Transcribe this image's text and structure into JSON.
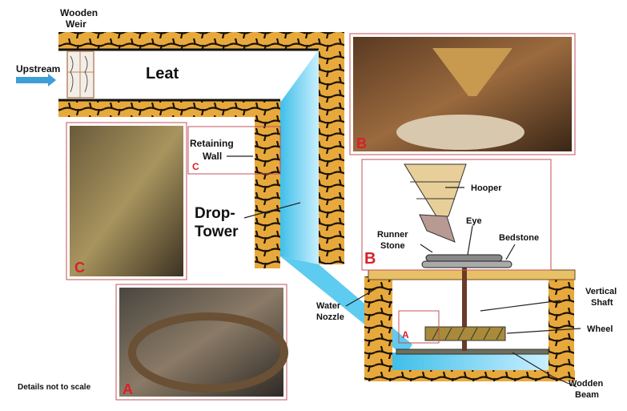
{
  "labels": {
    "wooden_weir_1": "Wooden",
    "wooden_weir_2": "Weir",
    "upstream": "Upstream",
    "leat": "Leat",
    "retaining_wall_1": "Retaining",
    "retaining_wall_2": "Wall",
    "drop_tower_1": "Drop-",
    "drop_tower_2": "Tower",
    "water_nozzle_1": "Water",
    "water_nozzle_2": "Nozzle",
    "hooper": "Hooper",
    "eye": "Eye",
    "runner_stone_1": "Runner",
    "runner_stone_2": "Stone",
    "bedstone": "Bedstone",
    "vertical_shaft_1": "Vertical",
    "vertical_shaft_2": "Shaft",
    "wheel": "Wheel",
    "wodden_beam_1": "Wodden",
    "wodden_beam_2": "Beam",
    "note": "Details not to scale"
  },
  "photo_tags": {
    "a": "A",
    "b": "B",
    "c": "C"
  },
  "box_tags": {
    "a": "A",
    "b": "B",
    "c": "C"
  },
  "colors": {
    "stone": "#e8a93c",
    "water": "#5ecbf0",
    "frame": "#c0505a",
    "tag": "#d8202a"
  }
}
